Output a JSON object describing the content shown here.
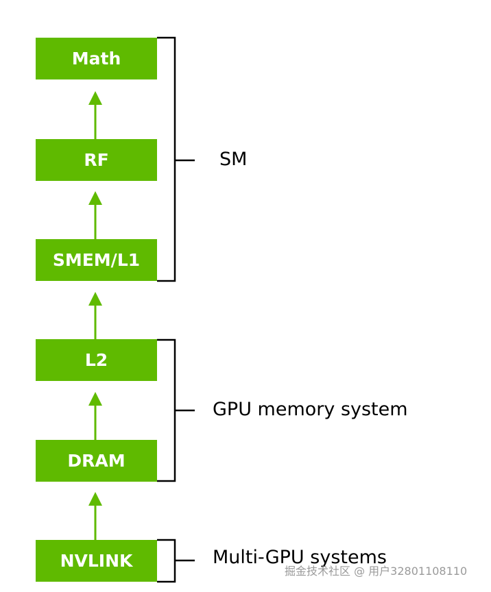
{
  "boxes": [
    {
      "id": "math",
      "label": "Math"
    },
    {
      "id": "rf",
      "label": "RF"
    },
    {
      "id": "smem",
      "label": "SMEM/L1"
    },
    {
      "id": "l2",
      "label": "L2"
    },
    {
      "id": "dram",
      "label": "DRAM"
    },
    {
      "id": "nvlink",
      "label": "NVLINK"
    }
  ],
  "groups": [
    {
      "id": "sm",
      "label": "SM"
    },
    {
      "id": "gpu-memory",
      "label": "GPU memory system"
    },
    {
      "id": "multi-gpu",
      "label": "Multi-GPU systems"
    }
  ],
  "colors": {
    "box": "#5fba00",
    "arrow": "#5fba00",
    "bracket": "#000000"
  },
  "watermark": "掘金技术社区 @ 用户32801108110"
}
